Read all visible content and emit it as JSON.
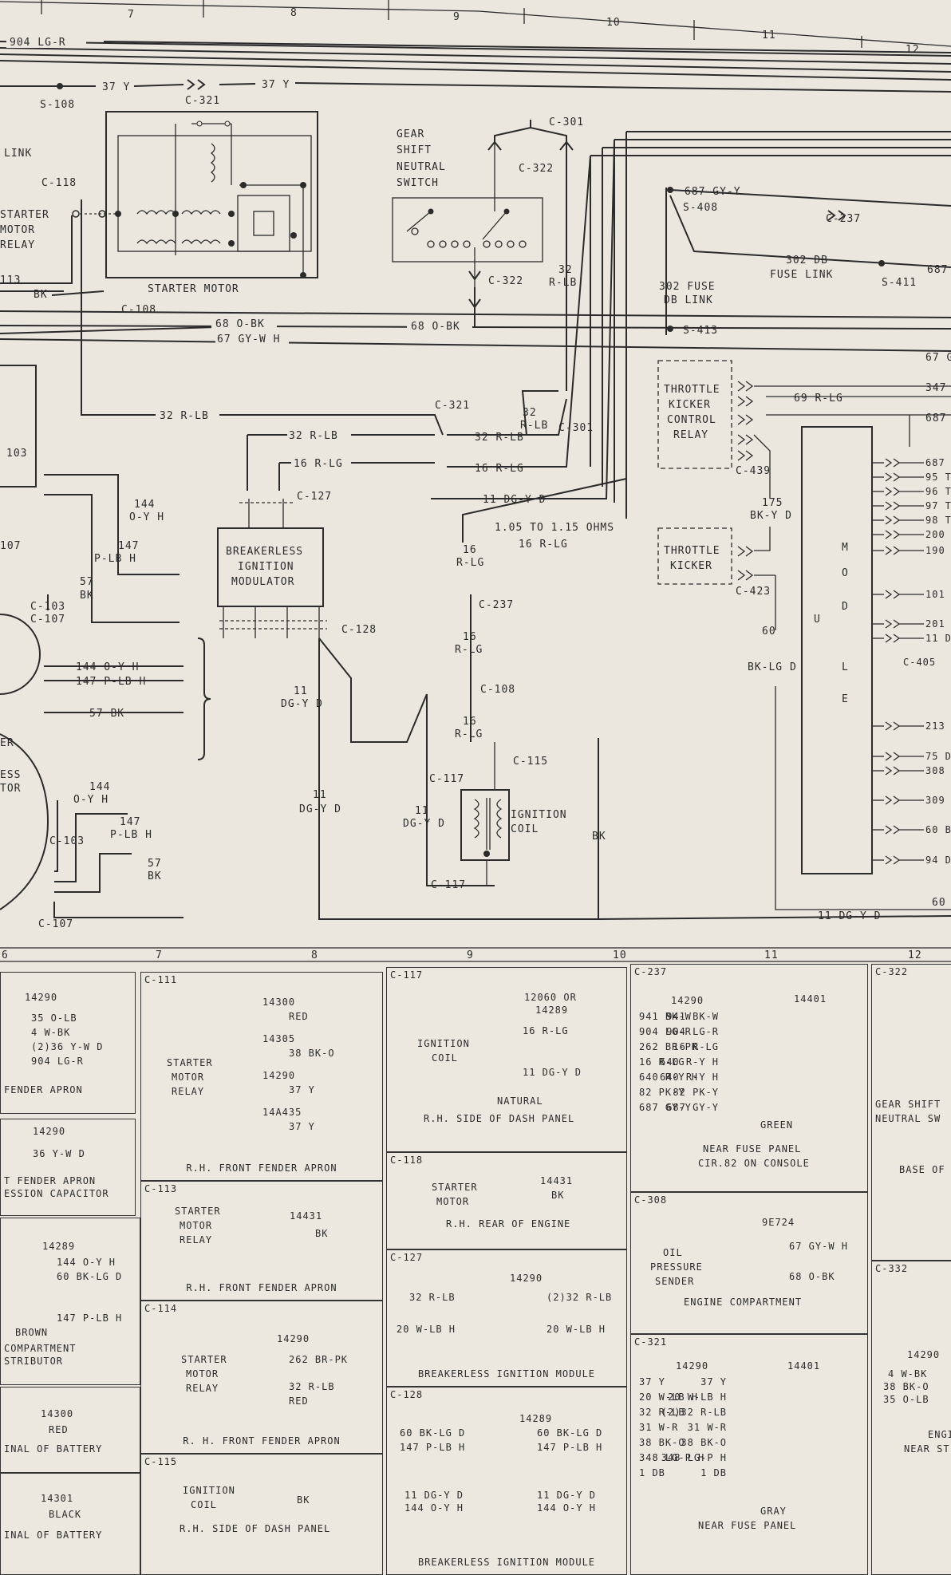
{
  "columns": [
    "7",
    "8",
    "9",
    "10",
    "11",
    "12"
  ],
  "bottom_columns": [
    "6",
    "7",
    "8",
    "9",
    "10",
    "11",
    "12"
  ],
  "labels": {
    "w904": "904 LG-R",
    "w37a": "37 Y",
    "w37b": "37 Y",
    "s108": "S-108",
    "c321a": "C-321",
    "link": "LINK",
    "c118": "C-118",
    "starter_relay": [
      "STARTER",
      "MOTOR",
      "RELAY"
    ],
    "s113": "113",
    "bk": "BK",
    "c108a": "C-108",
    "w68a": "68 O-BK",
    "w68b": "68 O-BK",
    "w67": "67 GY-W H",
    "starter_motor": "STARTER MOTOR",
    "gear_switch": [
      "GEAR",
      "SHIFT",
      "NEUTRAL",
      "SWITCH"
    ],
    "c301a": "C-301",
    "c322a": "C-322",
    "c322b": "C-322",
    "w32rlb_a": [
      "32",
      "R-LB"
    ],
    "w32rlb_b": [
      "32",
      "R-LB"
    ],
    "w687gy": "687 GY-Y",
    "s408": "S-408",
    "c237a": "C-237",
    "w302": "302 DB",
    "fuse_link": "FUSE LINK",
    "s411": "S-411",
    "w687r": "687",
    "w302b": [
      "302 FUSE",
      "DB LINK"
    ],
    "s413": "S-413",
    "w67r": "67 G",
    "throttle_relay": [
      "THROTTLE",
      "KICKER",
      "CONTROL",
      "RELAY"
    ],
    "w347": "347",
    "w69": "69 R-LG",
    "w687b": "687",
    "c439": "C-439",
    "c103a": "103",
    "c321b": "C-321",
    "w32rlb_c": "32 R-LB",
    "w32rlb_d": "32 R-LB",
    "w32rlb_e": "32 R-LB",
    "c301b": "C-301",
    "w16a": "16 R-LG",
    "w16b": "16 R-LG",
    "c127a": "C-127",
    "w11a": "11 DG-Y D",
    "resist": "1.05 TO 1.15 OHMS",
    "w16c": "16 R-LG",
    "w175": [
      "175",
      "BK-Y D"
    ],
    "w144a": [
      "144",
      "O-Y H"
    ],
    "c107a": "107",
    "w147a": [
      "147",
      "P-LB H"
    ],
    "w57a": [
      "57",
      "BK"
    ],
    "bim": [
      "BREAKERLESS",
      "IGNITION",
      "MODULATOR"
    ],
    "w16d": [
      "16",
      "R-LG"
    ],
    "c237b": "C-237",
    "throttle_kicker": [
      "THROTTLE",
      "KICKER"
    ],
    "c423": "C-423",
    "module": [
      "M",
      "O",
      "D",
      "U",
      "L",
      "E"
    ],
    "c103b": "C-103",
    "c107b": "C-107",
    "c128": "C-128",
    "w144b": "144 O-Y H",
    "w147b": "147 P-LB H",
    "w57b": "57 BK",
    "w11b": [
      "11",
      "DG-Y D"
    ],
    "w16e": [
      "16",
      "R-LG"
    ],
    "c108b": "C-108",
    "w60": [
      "60",
      "BK-LG D"
    ],
    "er": "ER",
    "ess": [
      "ESS",
      "TOR"
    ],
    "w16f": [
      "16",
      "R-LG"
    ],
    "c115": "C-115",
    "c117a": "C-117",
    "w11c": [
      "11",
      "DG-Y D"
    ],
    "w11d": [
      "11",
      "DG-Y D"
    ],
    "ign_coil": [
      "IGNITION",
      "COIL"
    ],
    "w144c": [
      "144",
      "O-Y H"
    ],
    "w147c": [
      "147",
      "P-LB H"
    ],
    "c103c": "C-103",
    "w57c": [
      "57",
      "BK"
    ],
    "c117b": "C-117",
    "c107c": "C-107",
    "w60r": "60",
    "w11e": "11 DG-Y D",
    "right_nums": [
      "687",
      "95 T",
      "96 T",
      "97 T",
      "98 T",
      "200",
      "190",
      "101",
      "201",
      "11 D",
      "C-405",
      "213",
      "75 D",
      "308",
      "309",
      "60 B",
      "94 D"
    ],
    "bk_right": "BK"
  },
  "connectors": {
    "c111_left": {
      "part": "14290",
      "lines": [
        "35 O-LB",
        "4 W-BK",
        "(2)36 Y-W D",
        "904 LG-R"
      ],
      "caption": "FENDER APRON"
    },
    "c111": {
      "title": "C-111",
      "name": [
        "STARTER",
        "MOTOR",
        "RELAY"
      ],
      "parts": [
        "14300",
        "14305",
        "14290",
        "14A435"
      ],
      "wires": [
        "RED",
        "38 BK-O",
        "37 Y",
        "37 Y"
      ],
      "caption": "R.H. FRONT FENDER APRON"
    },
    "left2": {
      "part": "14290",
      "line": "36 Y-W D",
      "caption": [
        "T FENDER APRON",
        "ESSION CAPACITOR"
      ]
    },
    "c113": {
      "title": "C-113",
      "name": [
        "STARTER",
        "MOTOR",
        "RELAY"
      ],
      "part": "14431",
      "wire": "BK",
      "caption": "R.H. FRONT FENDER APRON"
    },
    "left3": {
      "part": "14289",
      "lines": [
        "144 O-Y H",
        "60 BK-LG D",
        "147 P-LB H"
      ],
      "color": "BROWN",
      "caption": [
        "COMPARTMENT",
        "STRIBUTOR"
      ]
    },
    "c114": {
      "title": "C-114",
      "name": [
        "STARTER",
        "MOTOR",
        "RELAY"
      ],
      "part": "14290",
      "wires": [
        "262 BR-PK",
        "32 R-LB",
        "RED"
      ],
      "caption": "R. H. FRONT FENDER APRON"
    },
    "left4": {
      "part": "14300",
      "wire": "RED",
      "caption": "INAL OF BATTERY"
    },
    "c115": {
      "title": "C-115",
      "name": [
        "IGNITION",
        "COIL"
      ],
      "wire": "BK",
      "caption": "R.H. SIDE OF DASH PANEL"
    },
    "left5": {
      "part": "14301",
      "wire": "BLACK",
      "caption": "INAL OF BATTERY"
    },
    "c117": {
      "title": "C-117",
      "part": [
        "12060 OR",
        "14289"
      ],
      "name": [
        "IGNITION",
        "COIL"
      ],
      "wires": [
        "16 R-LG",
        "11 DG-Y D"
      ],
      "color": "NATURAL",
      "caption": "R.H. SIDE OF DASH PANEL"
    },
    "c118": {
      "title": "C-118",
      "name": [
        "STARTER",
        "MOTOR"
      ],
      "part": "14431",
      "wire": "BK",
      "caption": "R.H. REAR OF ENGINE"
    },
    "c127": {
      "title": "C-127",
      "part": "14290",
      "left": [
        "32 R-LB",
        "20 W-LB H"
      ],
      "right": [
        "(2)32 R-LB",
        "20 W-LB H"
      ],
      "caption": "BREAKERLESS IGNITION MODULE"
    },
    "c128": {
      "title": "C-128",
      "part": "14289",
      "left": [
        "60 BK-LG D",
        "147 P-LB H",
        "11 DG-Y D",
        "144 O-Y H"
      ],
      "right": [
        "60 BK-LG D",
        "147 P-LB H",
        "11 DG-Y D",
        "144 O-Y H"
      ],
      "caption": "BREAKERLESS IGNITION MODULE"
    },
    "c237": {
      "title": "C-237",
      "part_l": "14290",
      "part_r": "14401",
      "left": [
        "941 BK-W",
        "904 LG-R",
        "16 R-LG",
        "640 R-Y H",
        "640 R-Y H",
        "82 PK-Y",
        "687 GY-Y"
      ],
      "right": [
        "941 BK-W",
        "904 LG-R",
        "262 BR-PK",
        "16 R-LG",
        "640 R-Y H",
        "82 PK-Y",
        "687 GY-Y"
      ],
      "color": "GREEN",
      "caption": [
        "NEAR FUSE PANEL",
        "CIR.82 ON CONSOLE"
      ]
    },
    "c308": {
      "title": "C-308",
      "part": "9E724",
      "name": [
        "OIL",
        "PRESSURE",
        "SENDER"
      ],
      "wires": [
        "67 GY-W H",
        "68 O-BK"
      ],
      "caption": "ENGINE COMPARTMENT"
    },
    "c321": {
      "title": "C-321",
      "part_l": "14290",
      "part_r": "14401",
      "left": [
        "37 Y",
        "20 W-LB H",
        "(2)32 R-LB",
        "31 W-R",
        "38 BK-O",
        "348 LG-P H",
        "1 DB"
      ],
      "right": [
        "37 Y",
        "20 W-LB H",
        "32 R-LB",
        "31 W-R",
        "38 BK-O",
        "348 LG-P H",
        "1 DB"
      ],
      "color": "GRAY",
      "caption": "NEAR FUSE PANEL"
    },
    "c322": {
      "title": "C-322",
      "name": [
        "GEAR SHIFT",
        "NEUTRAL SW"
      ],
      "caption": "BASE OF"
    },
    "c332": {
      "title": "C-332",
      "part": "14290",
      "wires": [
        "4 W-BK",
        "38 BK-O",
        "35 O-LB"
      ],
      "caption": [
        "ENGI",
        "NEAR ST"
      ]
    }
  }
}
